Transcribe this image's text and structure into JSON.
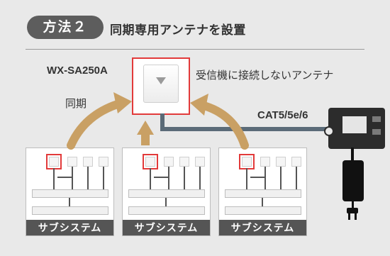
{
  "header": {
    "method_badge": "方法２",
    "title": "同期専用アンテナを設置"
  },
  "antenna": {
    "model": "WX-SA250A",
    "description": "受信機に接続しないアンテナ"
  },
  "sync_label": "同期",
  "cable_label": "CAT5/5e/6",
  "subsystems": [
    {
      "label": "サブシステム"
    },
    {
      "label": "サブシステム"
    },
    {
      "label": "サブシステム"
    }
  ],
  "colors": {
    "background": "#e9e9e9",
    "highlight": "#e23a3a",
    "arrow": "#c9a064",
    "cable": "#5b6b78",
    "badge": "#5d5d5d"
  }
}
